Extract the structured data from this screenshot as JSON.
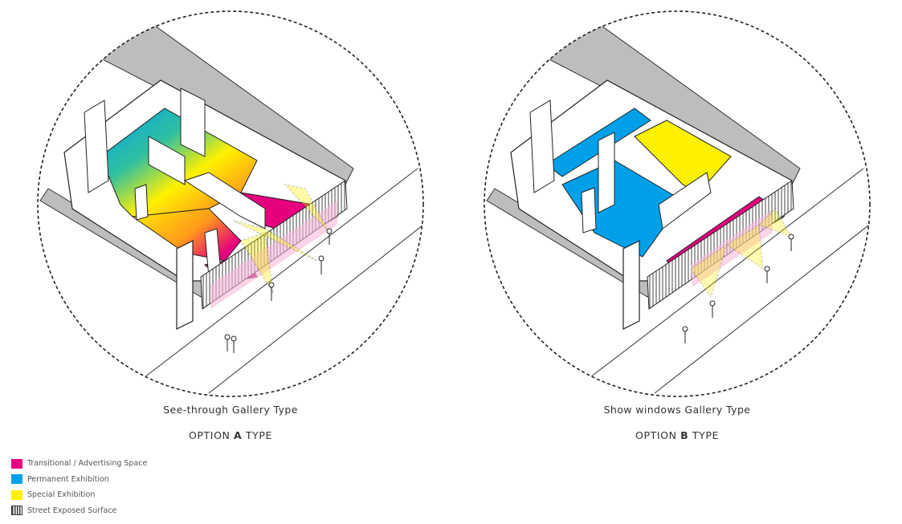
{
  "colors": {
    "transitional": "#e6007e",
    "permanent": "#00a0e9",
    "special": "#fff100",
    "street": "#333333",
    "wall_fill": "#ffffff",
    "wall_stroke": "#222222",
    "neighbour": "#bdbdbd"
  },
  "diagrams": [
    {
      "caption": "See-through Gallery Type",
      "option_prefix": "OPTION",
      "option_letter": "A",
      "option_suffix": "TYPE"
    },
    {
      "caption": "Show windows Gallery Type",
      "option_prefix": "OPTION",
      "option_letter": "B",
      "option_suffix": "TYPE"
    }
  ],
  "legend": [
    {
      "label": "Transitional / Advertising Space",
      "color_key": "transitional"
    },
    {
      "label": "Permanent Exhibition",
      "color_key": "permanent"
    },
    {
      "label": "Special Exhibition",
      "color_key": "special"
    },
    {
      "label": "Street Exposed Surface",
      "color_key": "street"
    }
  ]
}
